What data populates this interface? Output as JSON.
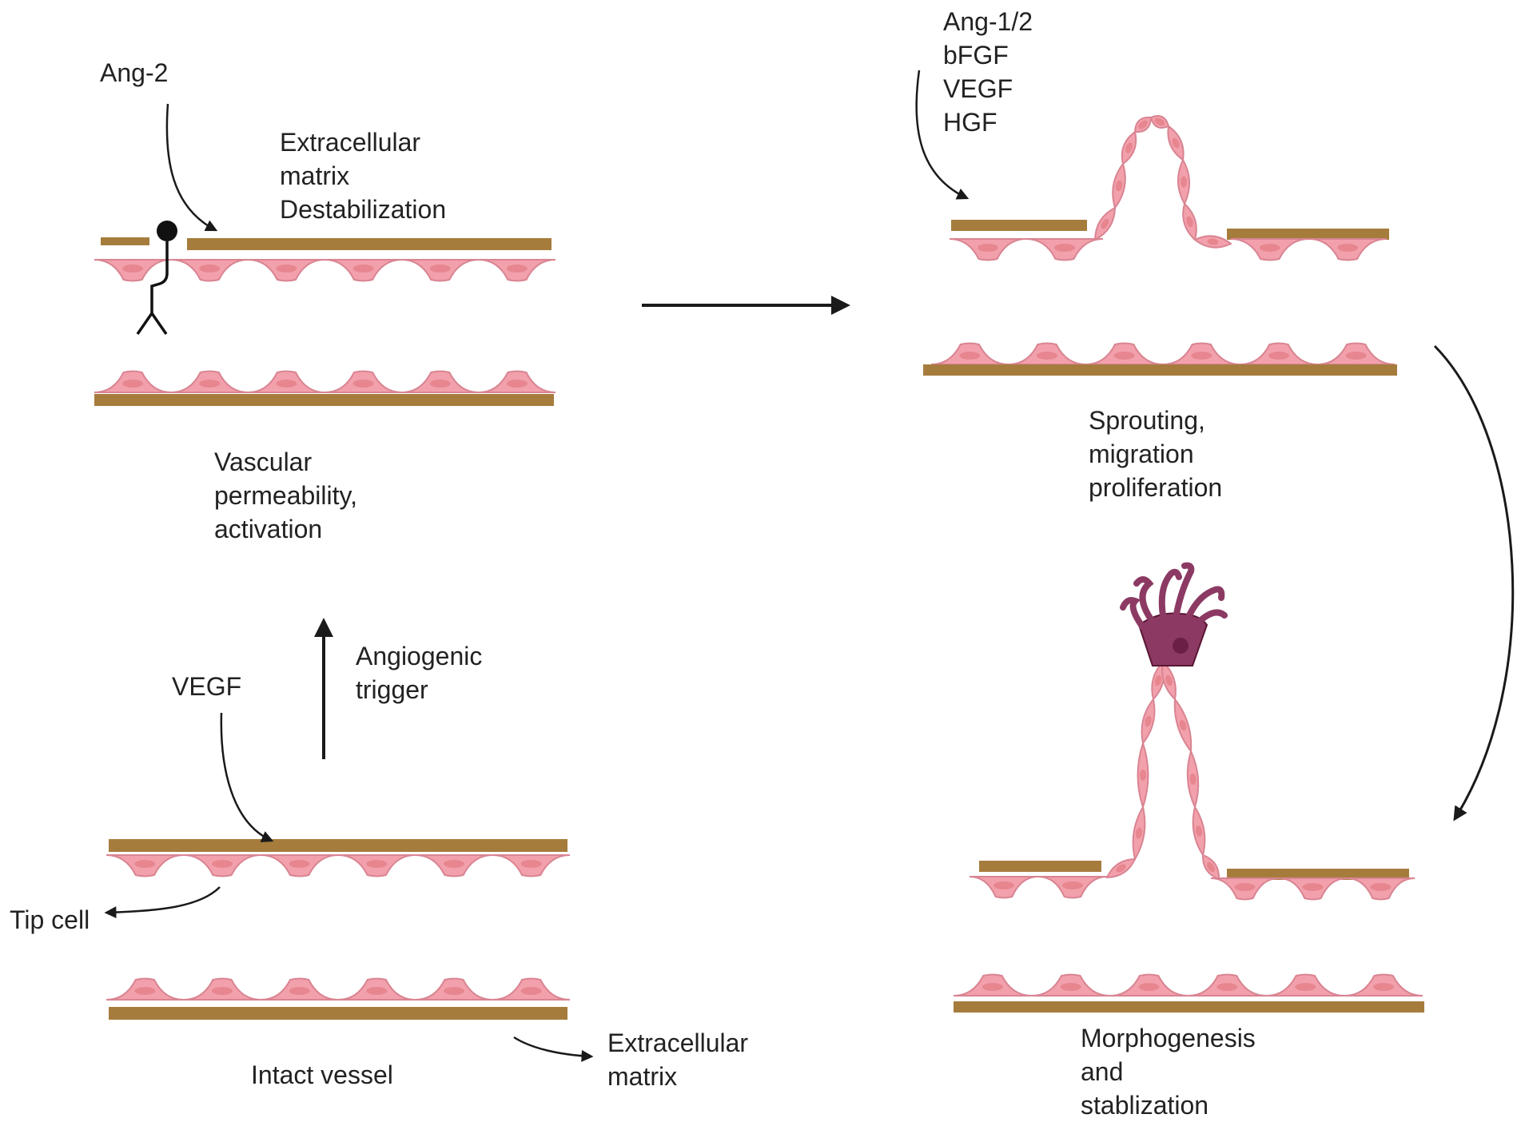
{
  "colors": {
    "matrix": "#a67c3d",
    "cell_fill": "#f2a1ac",
    "cell_edge": "#d98492",
    "nucleus": "#e7868f",
    "pericyte": "#8c3a63",
    "pericyte_nucleus": "#6b1f47",
    "arrow": "#1a1a1a",
    "text": "#222222"
  },
  "labels": {
    "ang2": "Ang-2",
    "ecm_destab": [
      "Extracellular",
      "matrix",
      "Destabilization"
    ],
    "vascular_perm": [
      "Vascular",
      "permeability,",
      "activation"
    ],
    "vegf": "VEGF",
    "angiogenic_trigger": [
      "Angiogenic",
      "trigger"
    ],
    "tip_cell": "Tip cell",
    "intact_vessel": "Intact vessel",
    "extracellular_matrix": [
      "Extracellular",
      "matrix"
    ],
    "growth_factors": [
      "Ang-1/2",
      "bFGF",
      "VEGF",
      "HGF"
    ],
    "sprouting": [
      "Sprouting,",
      "migration",
      "proliferation"
    ],
    "morphogenesis": [
      "Morphogenesis",
      "and",
      "stablization"
    ]
  }
}
